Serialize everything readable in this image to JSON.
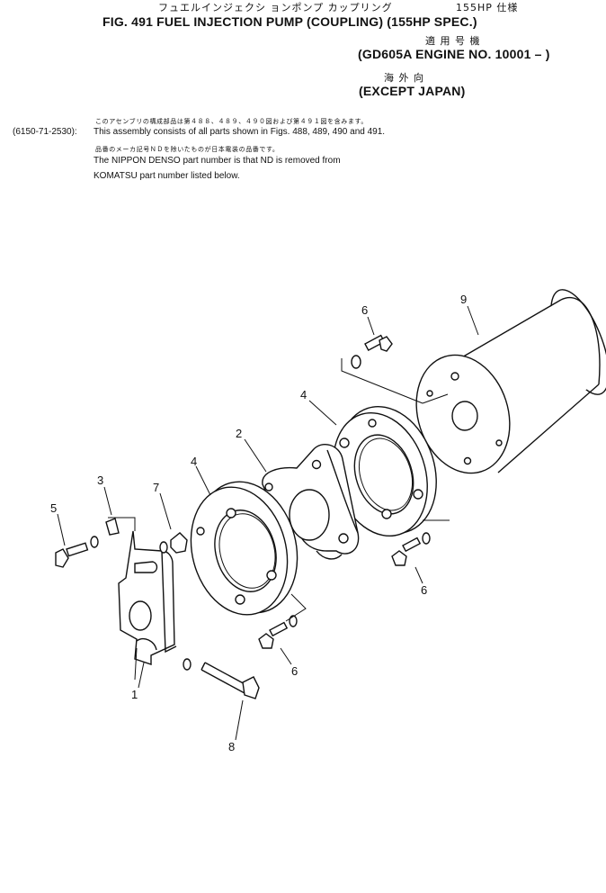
{
  "header": {
    "jp_title": "フュエルインジェクシ ョンポンプ カップリング",
    "jp_spec": "155HP 仕様",
    "fig_title": "FIG. 491  FUEL INJECTION PUMP (COUPLING) (155HP SPEC.)",
    "jp_applicable": "適 用 号 機",
    "engine_no": "(GD605A ENGINE NO. 10001 – )",
    "jp_overseas": "海 外 向",
    "except": "(EXCEPT JAPAN)"
  },
  "notes": {
    "jp_assembly": "このアセンブリの構成部品は第４８８、４８９、４９０図および第４９１図を含みます。",
    "part_code": "(6150-71-2530):",
    "assembly_en": "This assembly consists of all parts shown in Figs. 488, 489, 490 and 491.",
    "jp_denso": "品番のメーカ記号ＮＤを除いたものが日本電装の品番です。",
    "denso_en_1": "The NIPPON DENSO part number is that ND is removed from",
    "denso_en_2": "KOMATSU part number listed below."
  },
  "callouts": {
    "c1": "1",
    "c2": "2",
    "c3": "3",
    "c4a": "4",
    "c4b": "4",
    "c5": "5",
    "c6a": "6",
    "c6b": "6",
    "c6c": "6",
    "c7": "7",
    "c8": "8",
    "c9": "9"
  }
}
